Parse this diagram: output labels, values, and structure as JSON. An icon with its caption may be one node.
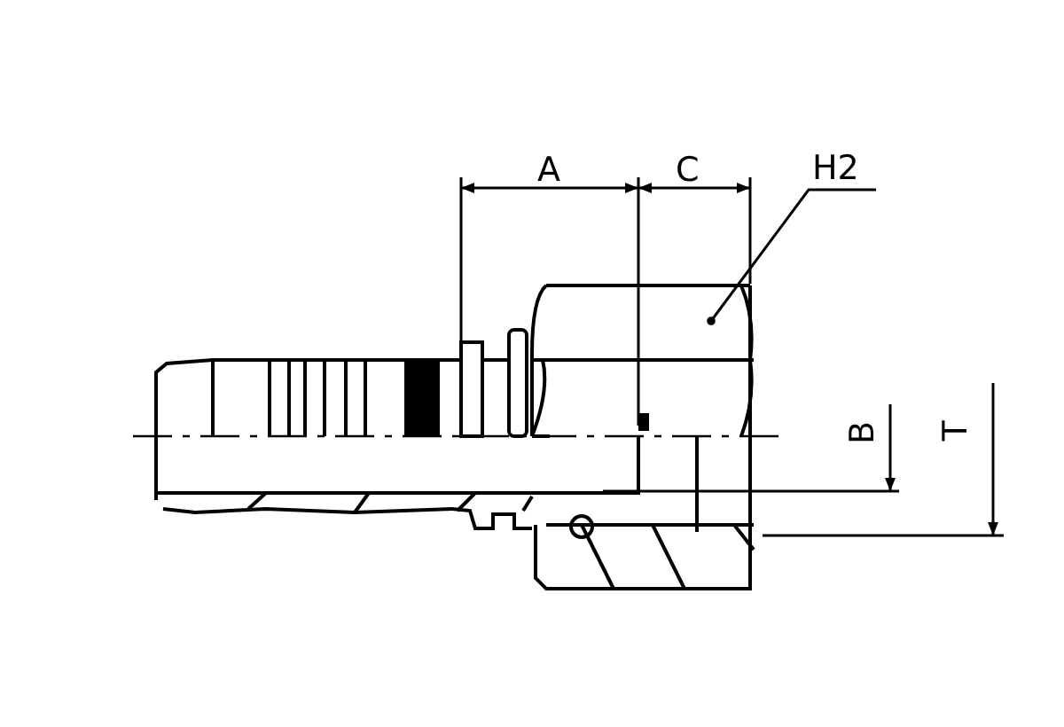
{
  "diagram": {
    "nodes": [
      {
        "text": [
          "H2"
        ]
      },
      {
        "text": [],
        "shape": "picture"
      }
    ],
    "edges": [
      {
        "from": 0,
        "to": 1,
        "arrow": "other"
      }
    ],
    "labels": [
      "A",
      "C",
      "B",
      "T"
    ]
  }
}
